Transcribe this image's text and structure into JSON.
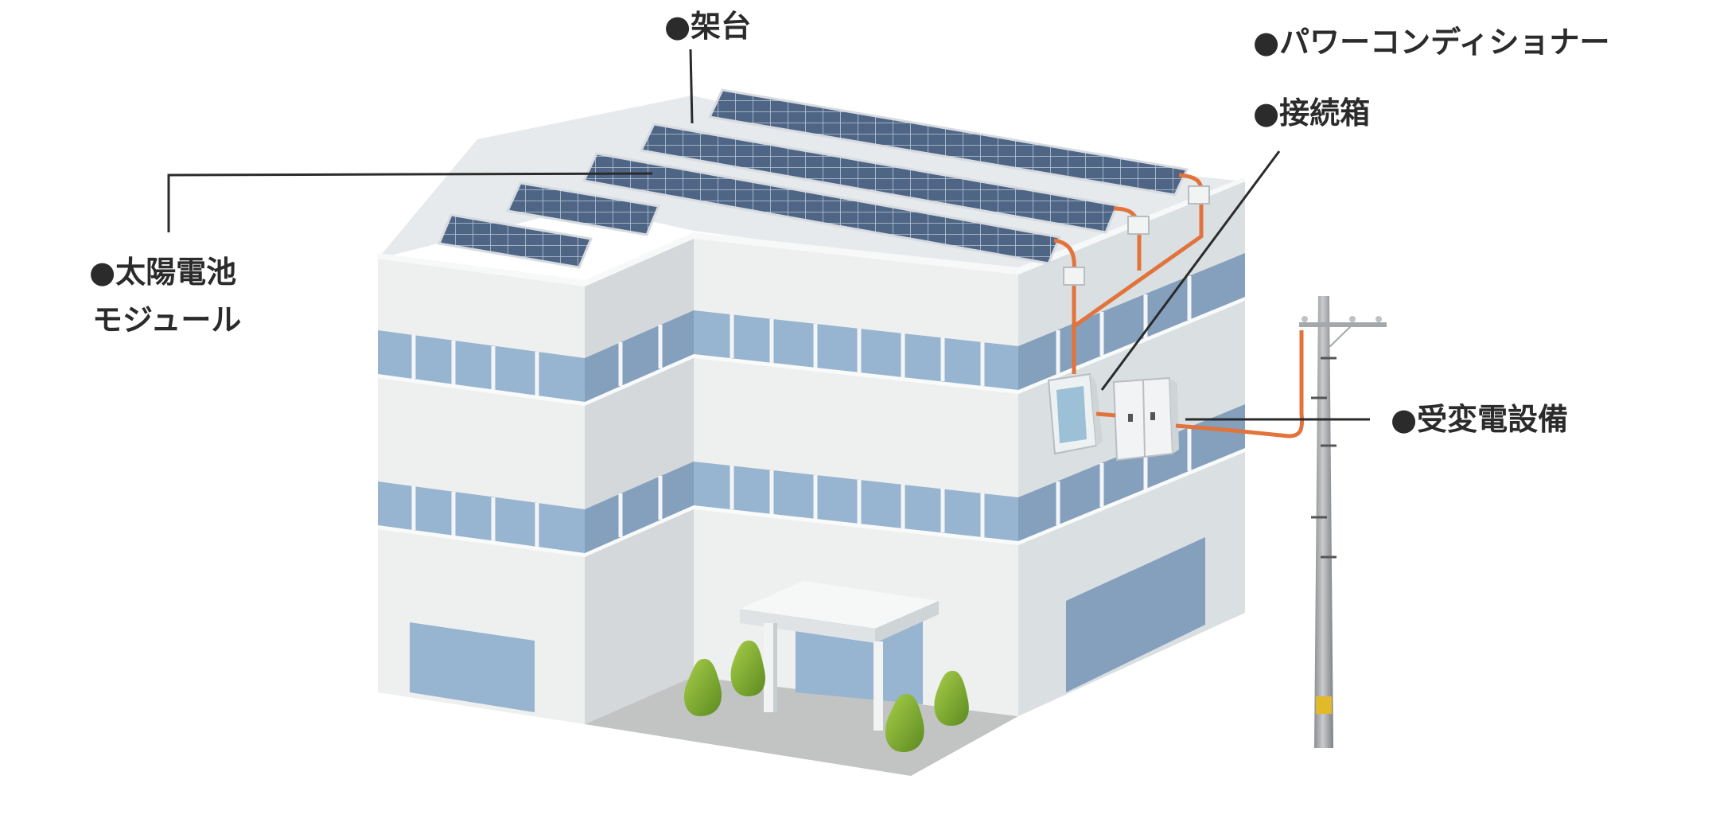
{
  "labels": {
    "frame": "●架台",
    "power_conditioner": "●パワーコンディショナー",
    "junction_box": "●接続箱",
    "solar_module_line1": "●太陽電池",
    "solar_module_line2": "モジュール",
    "substation": "●受変電設備"
  },
  "colors": {
    "wall_light": "#f0f1f1",
    "wall_mid": "#e2e5e6",
    "wall_dark": "#d3d7da",
    "window": "#97b4d0",
    "window_dark": "#84a0bd",
    "panel": "#4f6585",
    "panel_grid": "#b9c6d6",
    "cable": "#e2733b",
    "leader_line": "#2b2b2b",
    "tree": "#6e9a2a",
    "pole": "#9a9d9f",
    "pole_band": "#e1b92a"
  }
}
